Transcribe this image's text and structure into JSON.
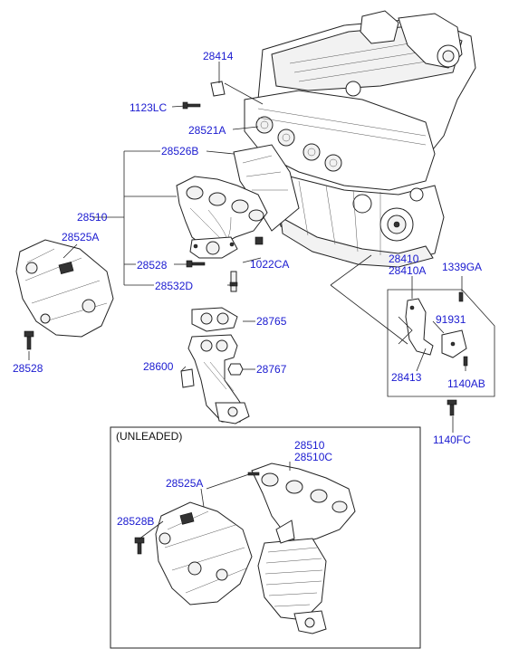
{
  "diagram": {
    "labels": {
      "l28414": "28414",
      "l1123LC": "1123LC",
      "l28521A": "28521A",
      "l28526B": "28526B",
      "l28510": "28510",
      "l28525A": "28525A",
      "l28528_a": "28528",
      "l28528_b": "28528",
      "l1022CA": "1022CA",
      "l28532D": "28532D",
      "l28765": "28765",
      "l28600": "28600",
      "l28767": "28767",
      "l28410": "28410",
      "l28410A": "28410A",
      "l1339GA": "1339GA",
      "l91931": "91931",
      "l28413": "28413",
      "l1140AB": "1140AB",
      "l1140FC": "1140FC"
    },
    "inset": {
      "caption": "(UNLEADED)",
      "l28510": "28510",
      "l28510C": "28510C",
      "l28525A": "28525A",
      "l28528B": "28528B"
    }
  },
  "colors": {
    "label": "#1a1ad0",
    "line": "#222222",
    "background": "#ffffff"
  }
}
